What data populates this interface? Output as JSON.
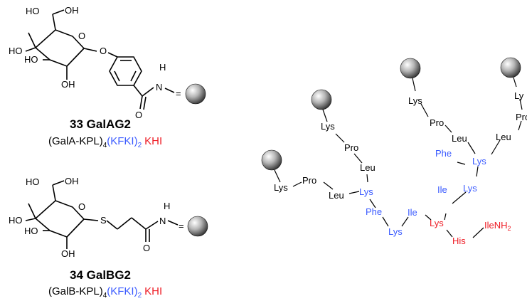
{
  "compounds": [
    {
      "number": "33",
      "name": "GalAG2",
      "formula": {
        "prefix": "(GalA-KPL)",
        "sub1": "4",
        "blue": "(KFKI)",
        "sub2": "2",
        "red": "KHI"
      }
    },
    {
      "number": "34",
      "name": "GalBG2",
      "formula": {
        "prefix": "(GalB-KPL)",
        "sub1": "4",
        "blue": "(KFKI)",
        "sub2": "2",
        "red": "KHI"
      }
    }
  ],
  "atoms": {
    "ho": "HO",
    "oh": "OH",
    "o": "O",
    "s": "S",
    "n": "N",
    "h": "H",
    "eq": "="
  },
  "colors": {
    "black": "#000000",
    "blue": "#3b5bff",
    "red": "#ee1c25"
  },
  "dendrimer": {
    "residues": [
      {
        "label": "Lys",
        "color": "black"
      },
      {
        "label": "Pro",
        "color": "black"
      },
      {
        "label": "Leu",
        "color": "black"
      },
      {
        "label": "Lys",
        "color": "blue"
      },
      {
        "label": "Lys",
        "color": "black"
      },
      {
        "label": "Pro",
        "color": "black"
      },
      {
        "label": "Leu",
        "color": "black"
      },
      {
        "label": "Phe",
        "color": "blue"
      },
      {
        "label": "Lys",
        "color": "blue"
      },
      {
        "label": "Ile",
        "color": "blue"
      },
      {
        "label": "Lys",
        "color": "black"
      },
      {
        "label": "Pro",
        "color": "black"
      },
      {
        "label": "Leu",
        "color": "black"
      },
      {
        "label": "Ly",
        "color": "black"
      },
      {
        "label": "Pro",
        "color": "black"
      },
      {
        "label": "Leu",
        "color": "black"
      },
      {
        "label": "Lys",
        "color": "blue"
      },
      {
        "label": "Phe",
        "color": "blue"
      },
      {
        "label": "Lys",
        "color": "blue"
      },
      {
        "label": "Ile",
        "color": "blue"
      },
      {
        "label": "Lys",
        "color": "red"
      },
      {
        "label": "His",
        "color": "red"
      },
      {
        "label": "IleNH",
        "sub": "2",
        "color": "red"
      }
    ]
  }
}
